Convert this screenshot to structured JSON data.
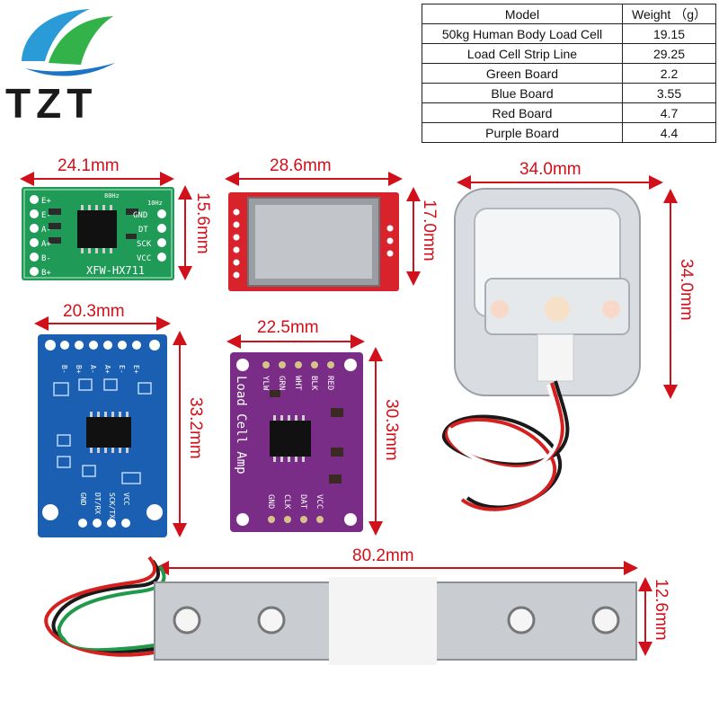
{
  "brand": {
    "logo_text": "TZT"
  },
  "table": {
    "header": {
      "model": "Model",
      "weight": "Weight （g）"
    },
    "rows": [
      {
        "model": "50kg Human Body Load Cell",
        "weight": "19.15"
      },
      {
        "model": "Load Cell Strip Line",
        "weight": "29.25"
      },
      {
        "model": "Green Board",
        "weight": "2.2"
      },
      {
        "model": "Blue Board",
        "weight": "3.55"
      },
      {
        "model": "Red Board",
        "weight": "4.7"
      },
      {
        "model": "Purple Board",
        "weight": "4.4"
      }
    ]
  },
  "dimensions": {
    "green_w": "24.1mm",
    "green_h": "15.6mm",
    "red_w": "28.6mm",
    "red_h": "17.0mm",
    "cell_w": "34.0mm",
    "cell_h": "34.0mm",
    "blue_w": "20.3mm",
    "blue_h": "33.2mm",
    "purple_w": "22.5mm",
    "purple_h": "30.3mm",
    "strip_w": "80.2mm",
    "strip_h": "12.6mm"
  },
  "boards": {
    "green": {
      "chip_label": "XFW-HX711",
      "pins_left": [
        "E+",
        "E-",
        "A-",
        "A+",
        "B-",
        "B+"
      ],
      "pins_right": [
        "GND",
        "DT",
        "SCK",
        "VCC"
      ],
      "top_marks": [
        "80Hz",
        "10Hz"
      ]
    },
    "blue": {
      "pins_top": [
        "B-",
        "B+",
        "A-",
        "A+",
        "E-",
        "E+"
      ],
      "pins_bottom": [
        "GND",
        "DT/RX",
        "SCK/TX",
        "VCC"
      ]
    },
    "purple": {
      "pins_top": [
        "YLW",
        "GRN",
        "WHT",
        "BLK",
        "RED"
      ],
      "pins_bottom": [
        "GND",
        "CLK",
        "DAT",
        "VCC"
      ],
      "side_text": "Load Cell Amp"
    }
  },
  "colors": {
    "dimension": "#d0101a",
    "green_pcb": "#1f9a57",
    "blue_pcb": "#1a5fb2",
    "red_pcb": "#d8232c",
    "purple_pcb": "#7a2d86"
  }
}
